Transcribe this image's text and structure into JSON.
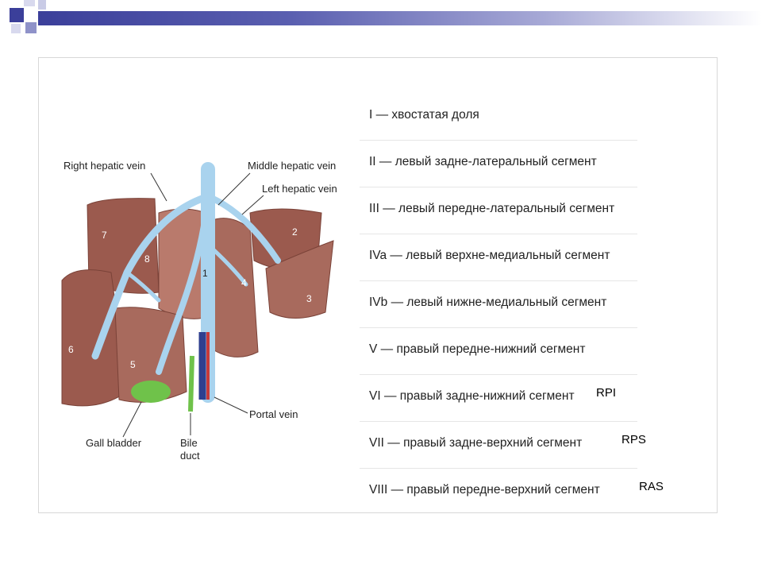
{
  "diagram": {
    "labels": {
      "right_hepatic_vein": "Right  hepatic vein",
      "middle_hepatic_vein": "Middle hepatic vein",
      "left_hepatic_vein": "Left hepatic vein",
      "gall_bladder": "Gall bladder",
      "bile_duct_line1": "Bile",
      "bile_duct_line2": "duct",
      "portal_vein": "Portal vein"
    },
    "segment_numbers": [
      "1",
      "2",
      "3",
      "4",
      "5",
      "6",
      "7",
      "8"
    ]
  },
  "segments": [
    {
      "text": "I — хвостатая доля",
      "tag": ""
    },
    {
      "text": "II — левый задне-латеральный сегмент",
      "tag": ""
    },
    {
      "text": "III — левый передне-латеральный сегмент",
      "tag": ""
    },
    {
      "text": "IVa — левый верхне-медиальный сегмент",
      "tag": ""
    },
    {
      "text": "IVb — левый нижне-медиальный сегмент",
      "tag": ""
    },
    {
      "text": "V — правый передне-нижний сегмент",
      "tag": ""
    },
    {
      "text": "VI — правый задне-нижний сегмент",
      "tag": "RPI"
    },
    {
      "text": "VII — правый задне-верхний сегмент",
      "tag": "RPS"
    },
    {
      "text": "VIII — правый передне-верхний сегмент",
      "tag": "RAS"
    }
  ],
  "colors": {
    "liver": "#9b5a4e",
    "liver_light": "#b97a6c",
    "vein": "#a9d3ee",
    "gall": "#6fc24a",
    "header": "#3b3f9a"
  }
}
